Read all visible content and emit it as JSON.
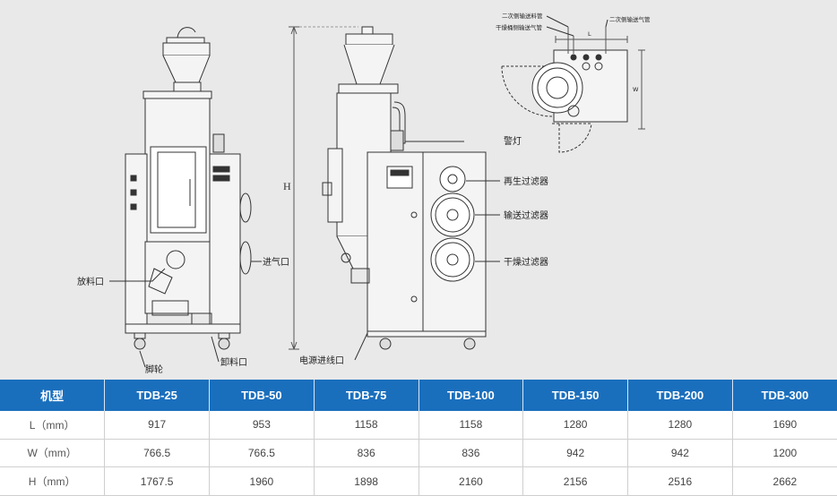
{
  "drawing": {
    "callouts": {
      "discharge_port": "放料口",
      "air_inlet": "进气口",
      "casters": "脚轮",
      "unloading_port": "卸料口",
      "warning_light": "警灯",
      "regeneration_filter": "再生过滤器",
      "conveying_filter": "输送过滤器",
      "drying_filter": "干燥过滤器",
      "power_inlet": "电源进线口",
      "secondary_feed_pipe": "二次侧输送料管",
      "dry_side_air_pipe": "干燥桶侧输送气管",
      "secondary_air_pipe": "二次侧输送气管"
    },
    "dimensions": {
      "height": "H",
      "length": "L",
      "width": "W"
    }
  },
  "spec_table": {
    "header": [
      "机型",
      "TDB-25",
      "TDB-50",
      "TDB-75",
      "TDB-100",
      "TDB-150",
      "TDB-200",
      "TDB-300"
    ],
    "rows": [
      [
        "L（mm）",
        "917",
        "953",
        "1158",
        "1158",
        "1280",
        "1280",
        "1690"
      ],
      [
        "W（mm）",
        "766.5",
        "766.5",
        "836",
        "836",
        "942",
        "942",
        "1200"
      ],
      [
        "H（mm）",
        "1767.5",
        "1960",
        "1898",
        "2160",
        "2156",
        "2516",
        "2662"
      ]
    ]
  }
}
